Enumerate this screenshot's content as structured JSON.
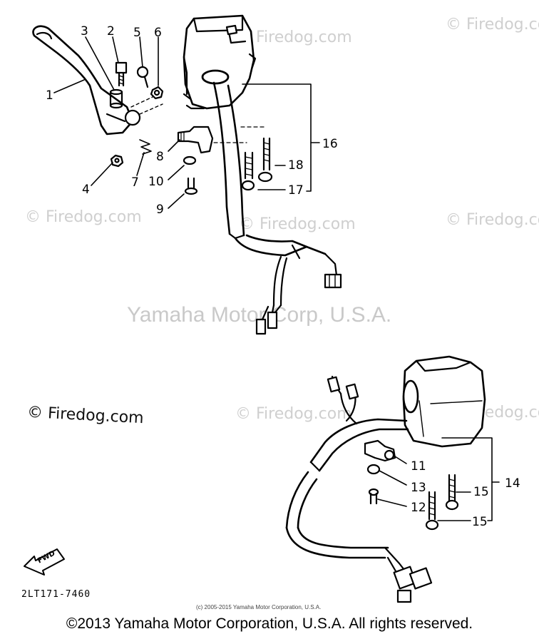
{
  "watermarks": {
    "site": "© Firedog.com",
    "site_dark": "© Firedog.com",
    "corp": "Yamaha Motor Corp, U.S.A."
  },
  "part_numbers": {
    "n1": "1",
    "n2": "2",
    "n3": "3",
    "n4": "4",
    "n5": "5",
    "n6": "6",
    "n7": "7",
    "n8": "8",
    "n9": "9",
    "n10": "10",
    "n11": "11",
    "n12": "12",
    "n13": "13",
    "n14": "14",
    "n15a": "15",
    "n15b": "15",
    "n16": "16",
    "n17": "17",
    "n18": "18"
  },
  "diagram_code": "2LT171-7460",
  "arrow_label": "FWD",
  "small_copyright": "(c) 2005-2015 Yamaha Motor Corporation, U.S.A.",
  "footer_copyright": "©2013 Yamaha Motor Corporation, U.S.A. All rights reserved."
}
